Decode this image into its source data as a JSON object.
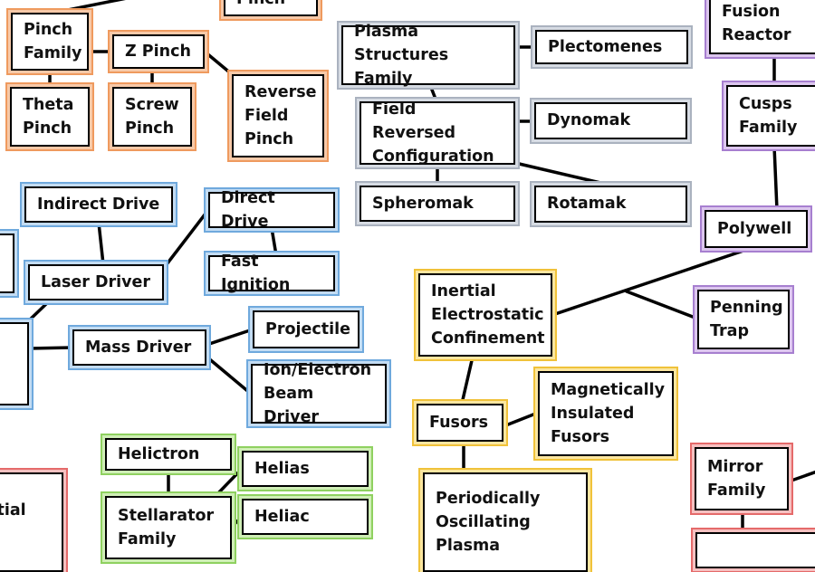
{
  "nodes": [
    {
      "id": "pinch_top",
      "label": "Pinch",
      "color": "orange"
    },
    {
      "id": "pinch_family",
      "label": "Pinch\nFamily",
      "color": "orange"
    },
    {
      "id": "z_pinch",
      "label": "Z Pinch",
      "color": "orange"
    },
    {
      "id": "theta_pinch",
      "label": "Theta\nPinch",
      "color": "orange"
    },
    {
      "id": "screw_pinch",
      "label": "Screw\nPinch",
      "color": "orange"
    },
    {
      "id": "reverse_field_pinch",
      "label": "Reverse\nField\nPinch",
      "color": "orange"
    },
    {
      "id": "plasma_structures_family",
      "label": "Plasma Structures\nFamily",
      "color": "grey"
    },
    {
      "id": "plectomenes",
      "label": "Plectomenes",
      "color": "grey"
    },
    {
      "id": "field_reversed_configuration",
      "label": "Field Reversed\nConfiguration",
      "color": "grey"
    },
    {
      "id": "dynomak",
      "label": "Dynomak",
      "color": "grey"
    },
    {
      "id": "spheromak",
      "label": "Spheromak",
      "color": "grey"
    },
    {
      "id": "rotamak",
      "label": "Rotamak",
      "color": "grey"
    },
    {
      "id": "fusion_reactor",
      "label": "Fusion\nReactor",
      "color": "purple"
    },
    {
      "id": "cusps_family",
      "label": "Cusps\nFamily",
      "color": "purple"
    },
    {
      "id": "polywell",
      "label": "Polywell",
      "color": "purple"
    },
    {
      "id": "penning_trap",
      "label": "Penning\nTrap",
      "color": "purple"
    },
    {
      "id": "indirect_drive",
      "label": "Indirect Drive",
      "color": "blue"
    },
    {
      "id": "direct_drive",
      "label": "Direct Drive",
      "color": "blue"
    },
    {
      "id": "fast_ignition",
      "label": "Fast Ignition",
      "color": "blue"
    },
    {
      "id": "laser_driver",
      "label": "Laser Driver",
      "color": "blue"
    },
    {
      "id": "mass_driver",
      "label": "Mass Driver",
      "color": "blue"
    },
    {
      "id": "projectile",
      "label": "Projectile",
      "color": "blue"
    },
    {
      "id": "ion_electron_beam_driver",
      "label": "Ion/Electron\nBeam Driver",
      "color": "blue"
    },
    {
      "id": "blue_left_top",
      "label": "",
      "color": "blue"
    },
    {
      "id": "blue_left_mid",
      "label": "",
      "color": "blue"
    },
    {
      "id": "inertial_electrostatic_confinement",
      "label": "Inertial\nElectrostatic\nConfinement",
      "color": "yellow"
    },
    {
      "id": "fusors",
      "label": "Fusors",
      "color": "yellow"
    },
    {
      "id": "magnetically_insulated_fusors",
      "label": "Magnetically\nInsulated\nFusors",
      "color": "yellow"
    },
    {
      "id": "periodically_oscillating_plasma",
      "label": "Periodically\nOscillating\nPlasma",
      "color": "yellow"
    },
    {
      "id": "helictron",
      "label": "Helictron",
      "color": "green"
    },
    {
      "id": "helias",
      "label": "Helias",
      "color": "green"
    },
    {
      "id": "stellarator_family",
      "label": "Stellarator\nFamily",
      "color": "green"
    },
    {
      "id": "heliac",
      "label": "Heliac",
      "color": "green"
    },
    {
      "id": "red_left",
      "label": "ertial\nF)",
      "color": "red"
    },
    {
      "id": "mirror_family",
      "label": "Mirror\nFamily",
      "color": "red"
    },
    {
      "id": "red_bottom_right",
      "label": "",
      "color": "red"
    }
  ],
  "edges": [
    [
      "pinch_family",
      "z_pinch"
    ],
    [
      "pinch_family",
      "theta_pinch"
    ],
    [
      "z_pinch",
      "screw_pinch"
    ],
    [
      "z_pinch",
      "reverse_field_pinch"
    ],
    [
      "pinch_family",
      "offscreen_top"
    ],
    [
      "plasma_structures_family",
      "plectomenes"
    ],
    [
      "plasma_structures_family",
      "field_reversed_configuration"
    ],
    [
      "field_reversed_configuration",
      "dynomak"
    ],
    [
      "field_reversed_configuration",
      "spheromak"
    ],
    [
      "field_reversed_configuration",
      "rotamak"
    ],
    [
      "fusion_reactor",
      "cusps_family"
    ],
    [
      "cusps_family",
      "polywell"
    ],
    [
      "polywell",
      "inertial_electrostatic_confinement"
    ],
    [
      "inertial_electrostatic_confinement",
      "penning_trap"
    ],
    [
      "indirect_drive",
      "laser_driver"
    ],
    [
      "laser_driver",
      "direct_drive"
    ],
    [
      "direct_drive",
      "fast_ignition"
    ],
    [
      "laser_driver",
      "blue_left_mid"
    ],
    [
      "blue_left_mid",
      "mass_driver"
    ],
    [
      "mass_driver",
      "projectile"
    ],
    [
      "mass_driver",
      "ion_electron_beam_driver"
    ],
    [
      "inertial_electrostatic_confinement",
      "fusors"
    ],
    [
      "fusors",
      "magnetically_insulated_fusors"
    ],
    [
      "fusors",
      "periodically_oscillating_plasma"
    ],
    [
      "helictron",
      "stellarator_family"
    ],
    [
      "stellarator_family",
      "helias"
    ],
    [
      "stellarator_family",
      "heliac"
    ],
    [
      "mirror_family",
      "red_bottom_right"
    ],
    [
      "mirror_family",
      "offscreen_right"
    ]
  ]
}
